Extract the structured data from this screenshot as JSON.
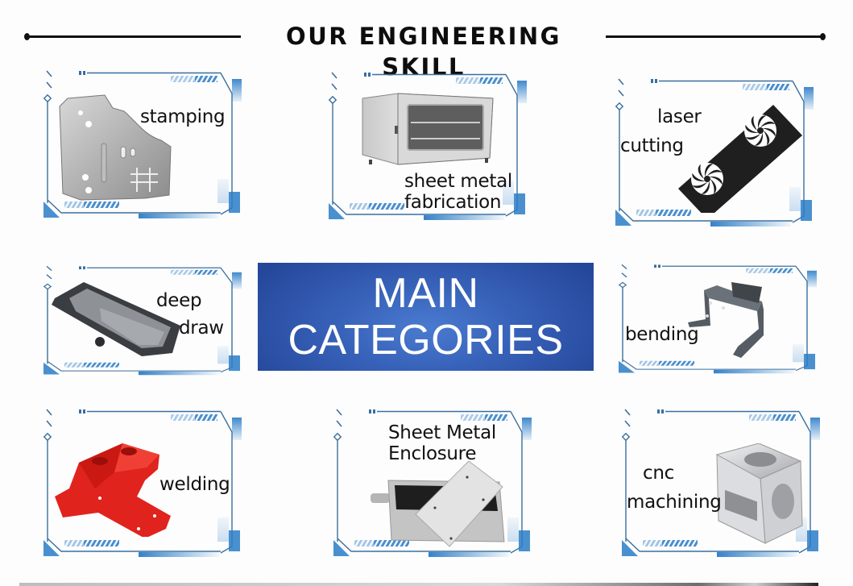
{
  "header": {
    "title": "OUR ENGINEERING SKILL"
  },
  "banner": {
    "line1": "MAIN",
    "line2": "CATEGORIES",
    "color_light": "#4a7bd0",
    "color_dark": "#25479a"
  },
  "colors": {
    "frame_line": "#3a72a6",
    "frame_accent": "#2a7cc7",
    "frame_light": "#cfe2f3",
    "text": "#111111"
  },
  "categories": [
    {
      "id": "stamping",
      "label_lines": [
        "stamping"
      ],
      "image": "stamped-metal-panel"
    },
    {
      "id": "sheet-metal-fabrication",
      "label_lines": [
        "sheet metal",
        "fabrication"
      ],
      "image": "stainless-oven-cabinet"
    },
    {
      "id": "laser-cutting",
      "label_lines": [
        "laser",
        "cutting"
      ],
      "image": "black-plate-with-fan-cutouts"
    },
    {
      "id": "deep-draw",
      "label_lines": [
        "deep",
        "draw"
      ],
      "image": "oil-pan"
    },
    {
      "id": "bending",
      "label_lines": [
        "bending"
      ],
      "image": "bent-bracket"
    },
    {
      "id": "welding",
      "label_lines": [
        "welding"
      ],
      "image": "red-welded-bracket"
    },
    {
      "id": "sheet-metal-enclosure",
      "label_lines": [
        "Sheet Metal",
        "Enclosure"
      ],
      "image": "aluminum-enclosure-box"
    },
    {
      "id": "cnc-machining",
      "label_lines": [
        "cnc",
        "machining"
      ],
      "image": "machined-aluminum-housing"
    }
  ]
}
